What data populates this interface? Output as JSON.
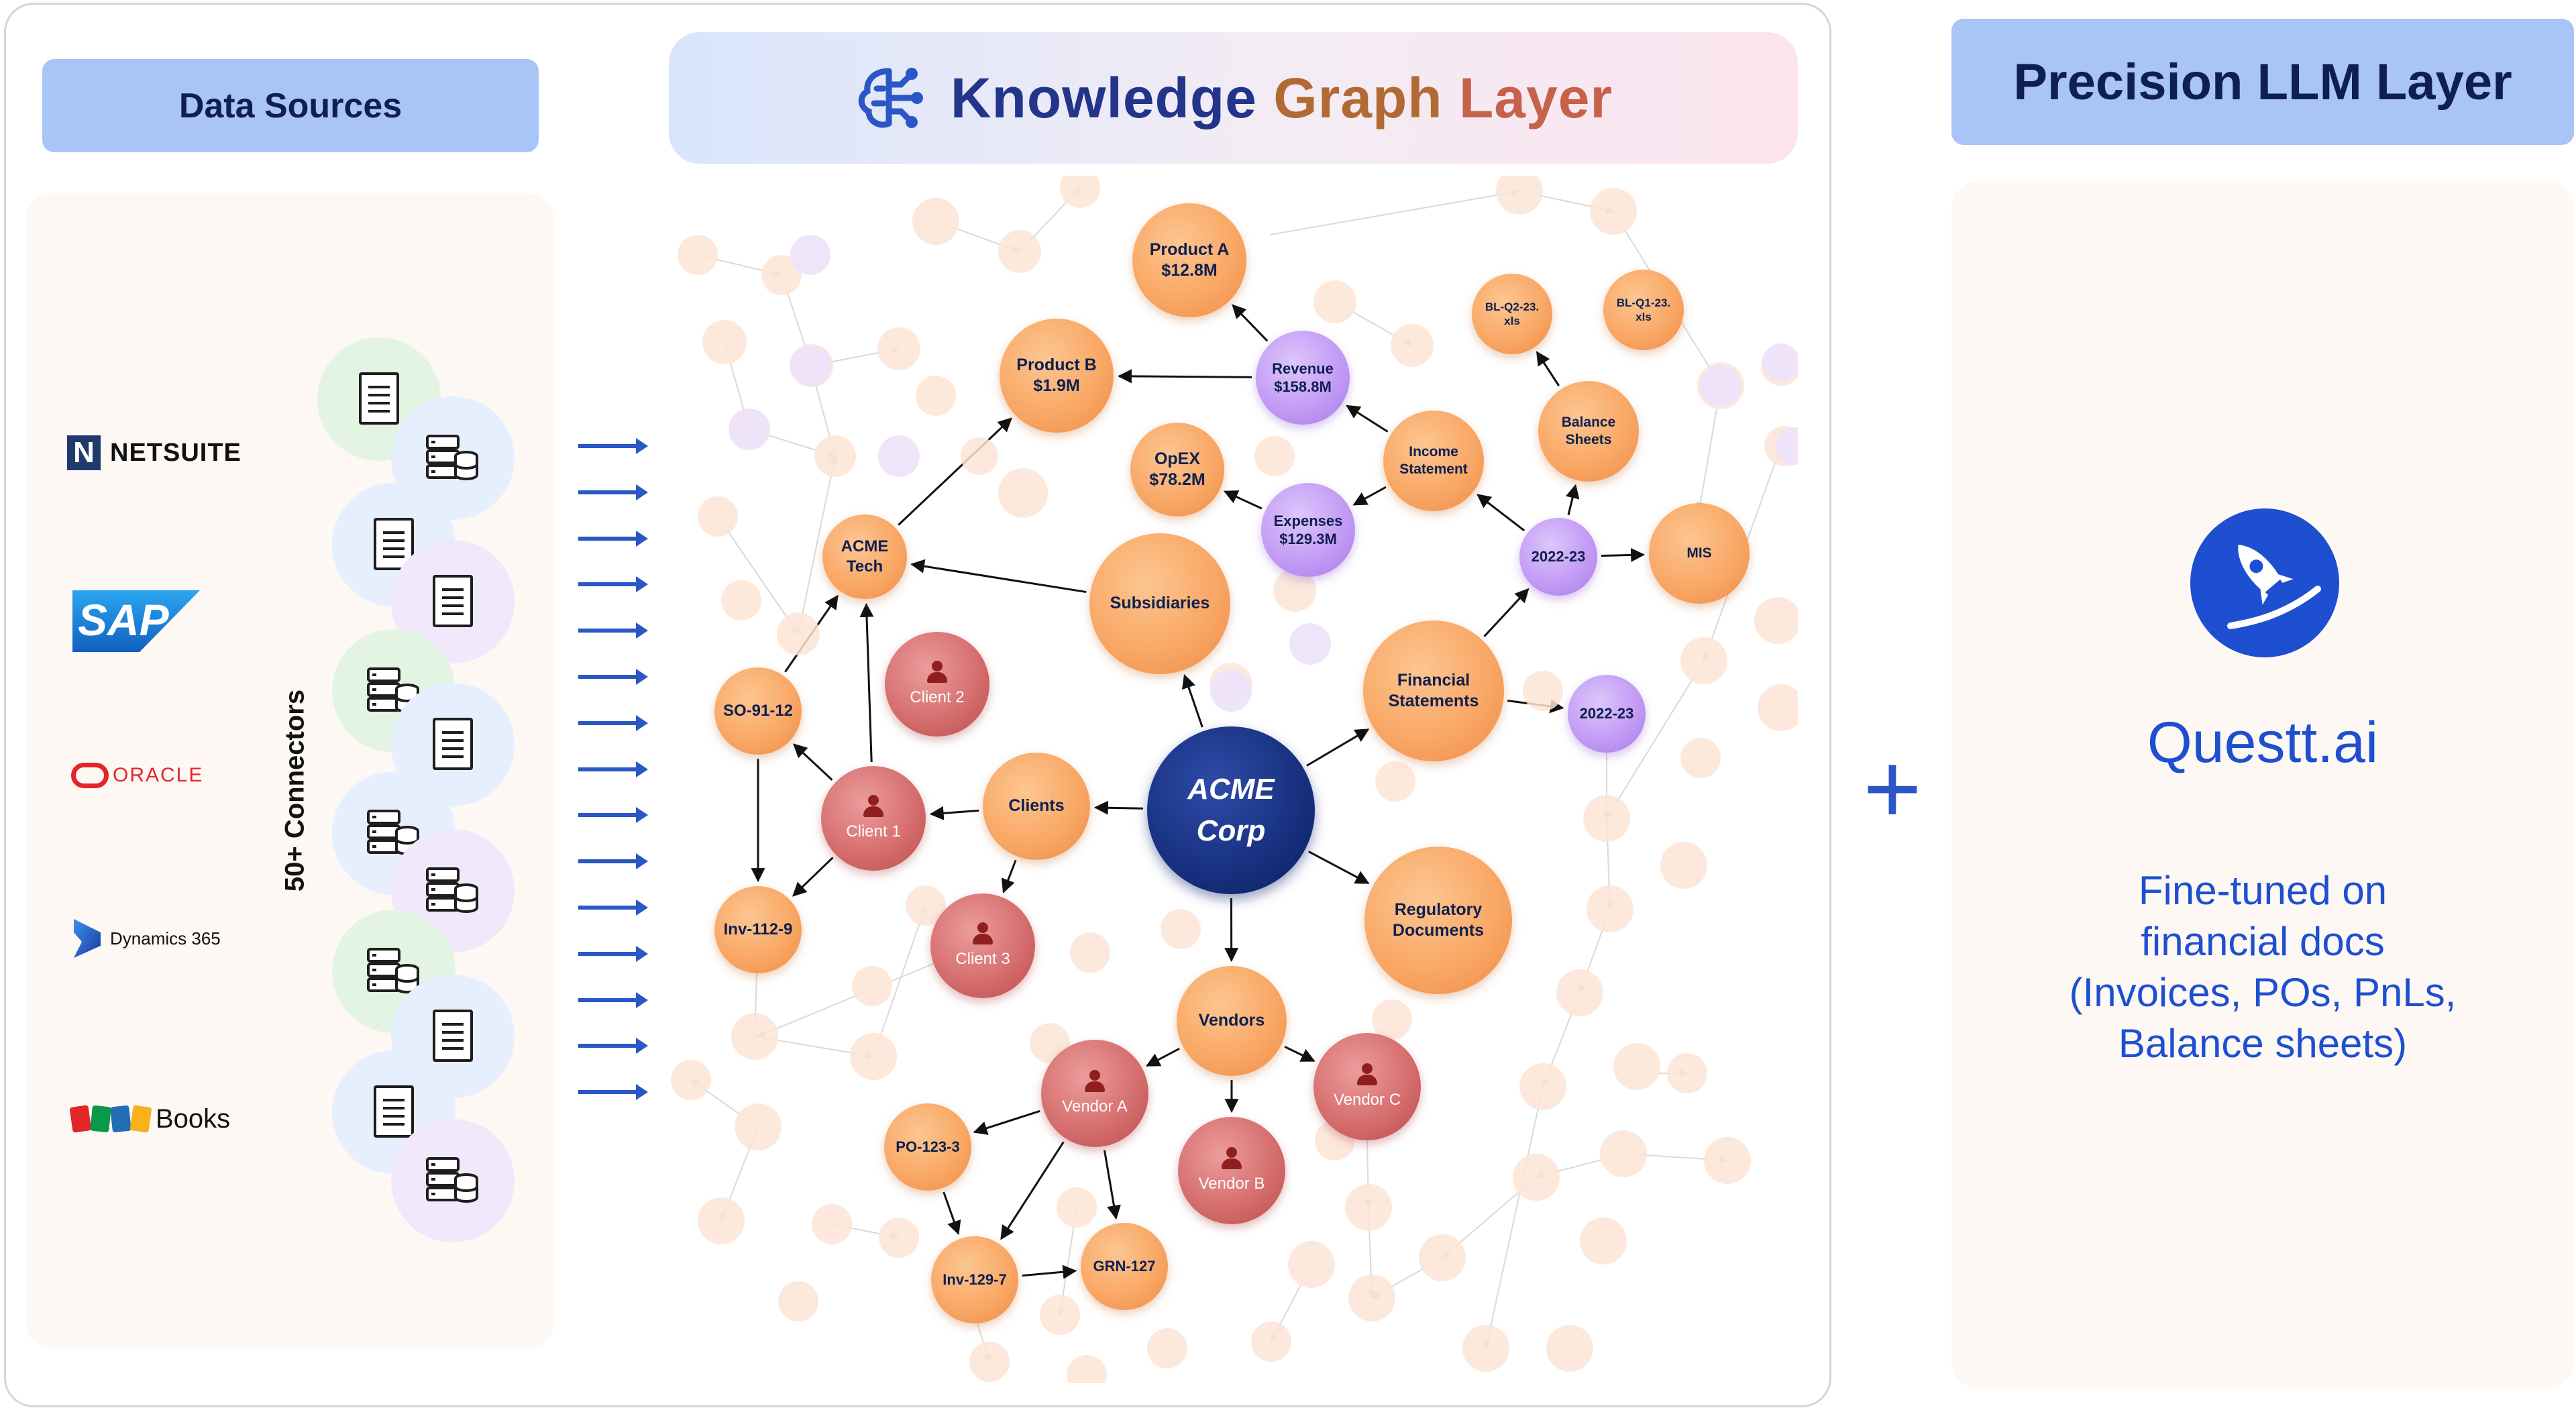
{
  "data_sources": {
    "header": "Data Sources",
    "connectors_label": "50+ Connectors",
    "logos": [
      {
        "name": "NETSUITE",
        "mark": "N"
      },
      {
        "name": "SAP"
      },
      {
        "name": "ORACLE"
      },
      {
        "name": "Dynamics 365"
      },
      {
        "name": "Books",
        "prefix": "ZOHO"
      }
    ]
  },
  "knowledge_graph": {
    "title_part1": "Knowledge",
    "title_part2": "Graph",
    "title_part3": "Layer",
    "nodes": {
      "acme_corp": "ACME Corp",
      "product_a": "Product A $12.8M",
      "product_b": "Product B $1.9M",
      "revenue": "Revenue $158.8M",
      "bl_q2": "BL-Q2-23. xls",
      "bl_q1": "BL-Q1-23. xls",
      "balance_sheets": "Balance Sheets",
      "income_statement": "Income Statement",
      "opex": "OpEX $78.2M",
      "expenses": "Expenses $129.3M",
      "year_2022_23_a": "2022-23",
      "mis": "MIS",
      "acme_tech": "ACME Tech",
      "subsidiaries": "Subsidiaries",
      "financial_statements": "Financial Statements",
      "year_2022_23_b": "2022-23",
      "so_91_12": "SO-91-12",
      "client_2": "Client 2",
      "client_1": "Client 1",
      "clients": "Clients",
      "inv_112_9": "Inv-112-9",
      "client_3": "Client 3",
      "regulatory_documents": "Regulatory Documents",
      "vendors": "Vendors",
      "vendor_a": "Vendor A",
      "vendor_b": "Vendor B",
      "vendor_c": "Vendor C",
      "po_123_3": "PO-123-3",
      "inv_129_7": "Inv-129-7",
      "grn_127": "GRN-127"
    }
  },
  "plus_symbol": "+",
  "llm_layer": {
    "header": "Precision LLM Layer",
    "brand": "Questt.ai",
    "description_lines": [
      "Fine-tuned on",
      "financial docs",
      "(Invoices, POs, PnLs,",
      "Balance sheets)"
    ]
  },
  "colors": {
    "accent_blue": "#2a56c6",
    "header_fill": "#a9c4f6",
    "title_navy": "#22358b",
    "title_brown": "#b26a34",
    "title_red": "#c7624a",
    "node_orange": "#f9a866",
    "node_purple": "#c39cf5",
    "node_red": "#d66f6f",
    "node_dark": "#17307f"
  },
  "icons": [
    "document-icon",
    "database-icon",
    "arrow-right-icon",
    "brain-network-icon",
    "rocket-icon",
    "person-icon"
  ]
}
